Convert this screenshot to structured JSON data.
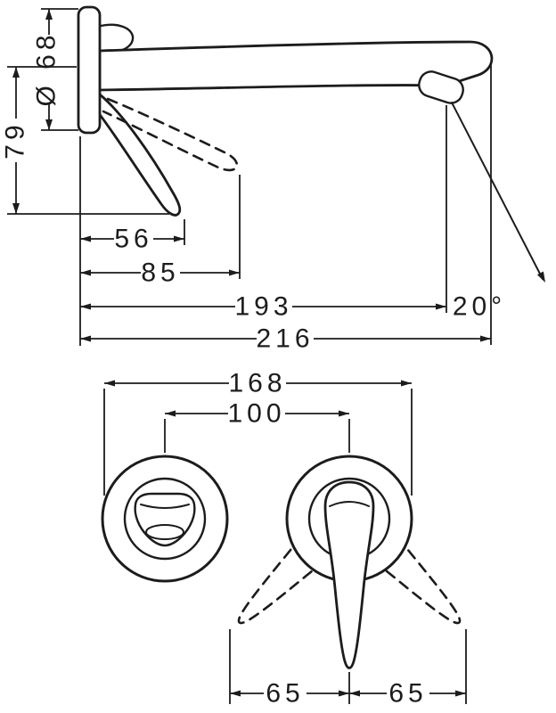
{
  "drawing": {
    "kind": "technical-dimension-drawing",
    "subject": "wall-mounted single-lever basin mixer",
    "line_color": "#1c1c1c",
    "background_color": "#ffffff",
    "side_view": {
      "dim_escutcheon_diameter": "Ø 68",
      "dim_height": "79",
      "dim_handle_solid": "56",
      "dim_handle_swung": "85",
      "dim_aerator": "193",
      "dim_spout_total": "216",
      "dim_stream_angle": "20°"
    },
    "front_view": {
      "dim_outer_span": "168",
      "dim_center_distance": "100",
      "dim_handle_swing_left": "65",
      "dim_handle_swing_right": "65"
    }
  }
}
